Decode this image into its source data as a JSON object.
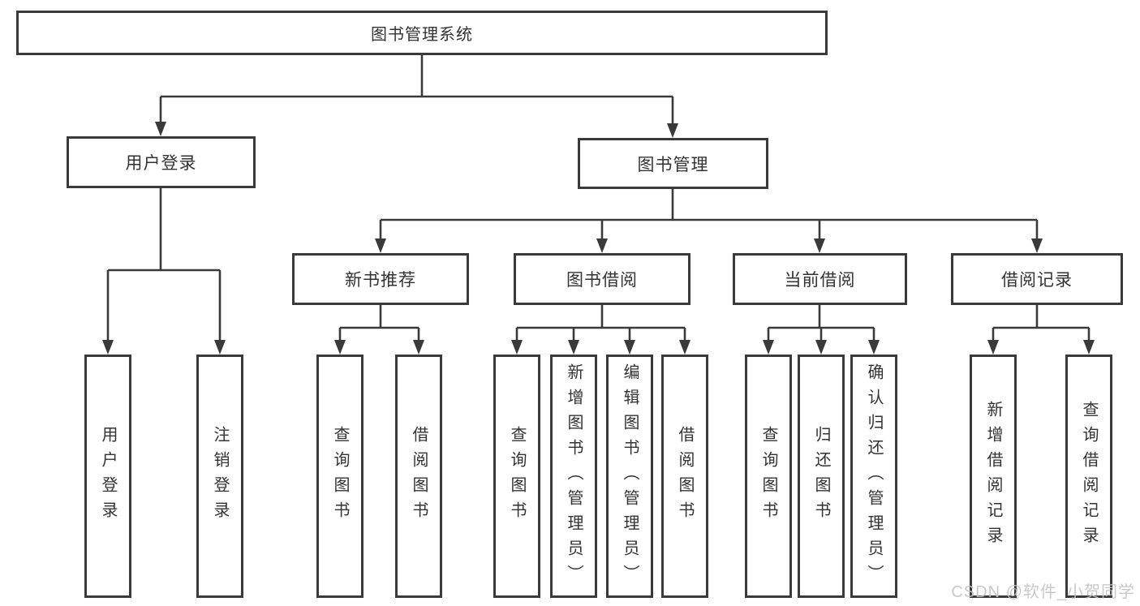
{
  "diagram": {
    "title": "图书管理系统",
    "level2": [
      "用户登录",
      "图书管理"
    ],
    "level3": [
      "新书推荐",
      "图书借阅",
      "当前借阅",
      "借阅记录"
    ],
    "leaves": {
      "user_login": [
        "用户登录",
        "注销登录"
      ],
      "new_book_recommend": [
        "查询图书",
        "借阅图书"
      ],
      "book_borrow": [
        "查询图书",
        "新增图书（管理员）",
        "编辑图书（管理员）",
        "借阅图书"
      ],
      "current_borrow": [
        "查询图书",
        "归还图书",
        "确认归还（管理员）"
      ],
      "borrow_records": [
        "新增借阅记录",
        "查询借阅记录"
      ]
    }
  },
  "watermark": "CSDN @软件_小贺同学",
  "colors": {
    "line": "#3a3a3a",
    "text": "#333333",
    "box_background": "#ffffff",
    "page_background": "#ffffff",
    "watermark": "#c3c3c3"
  }
}
